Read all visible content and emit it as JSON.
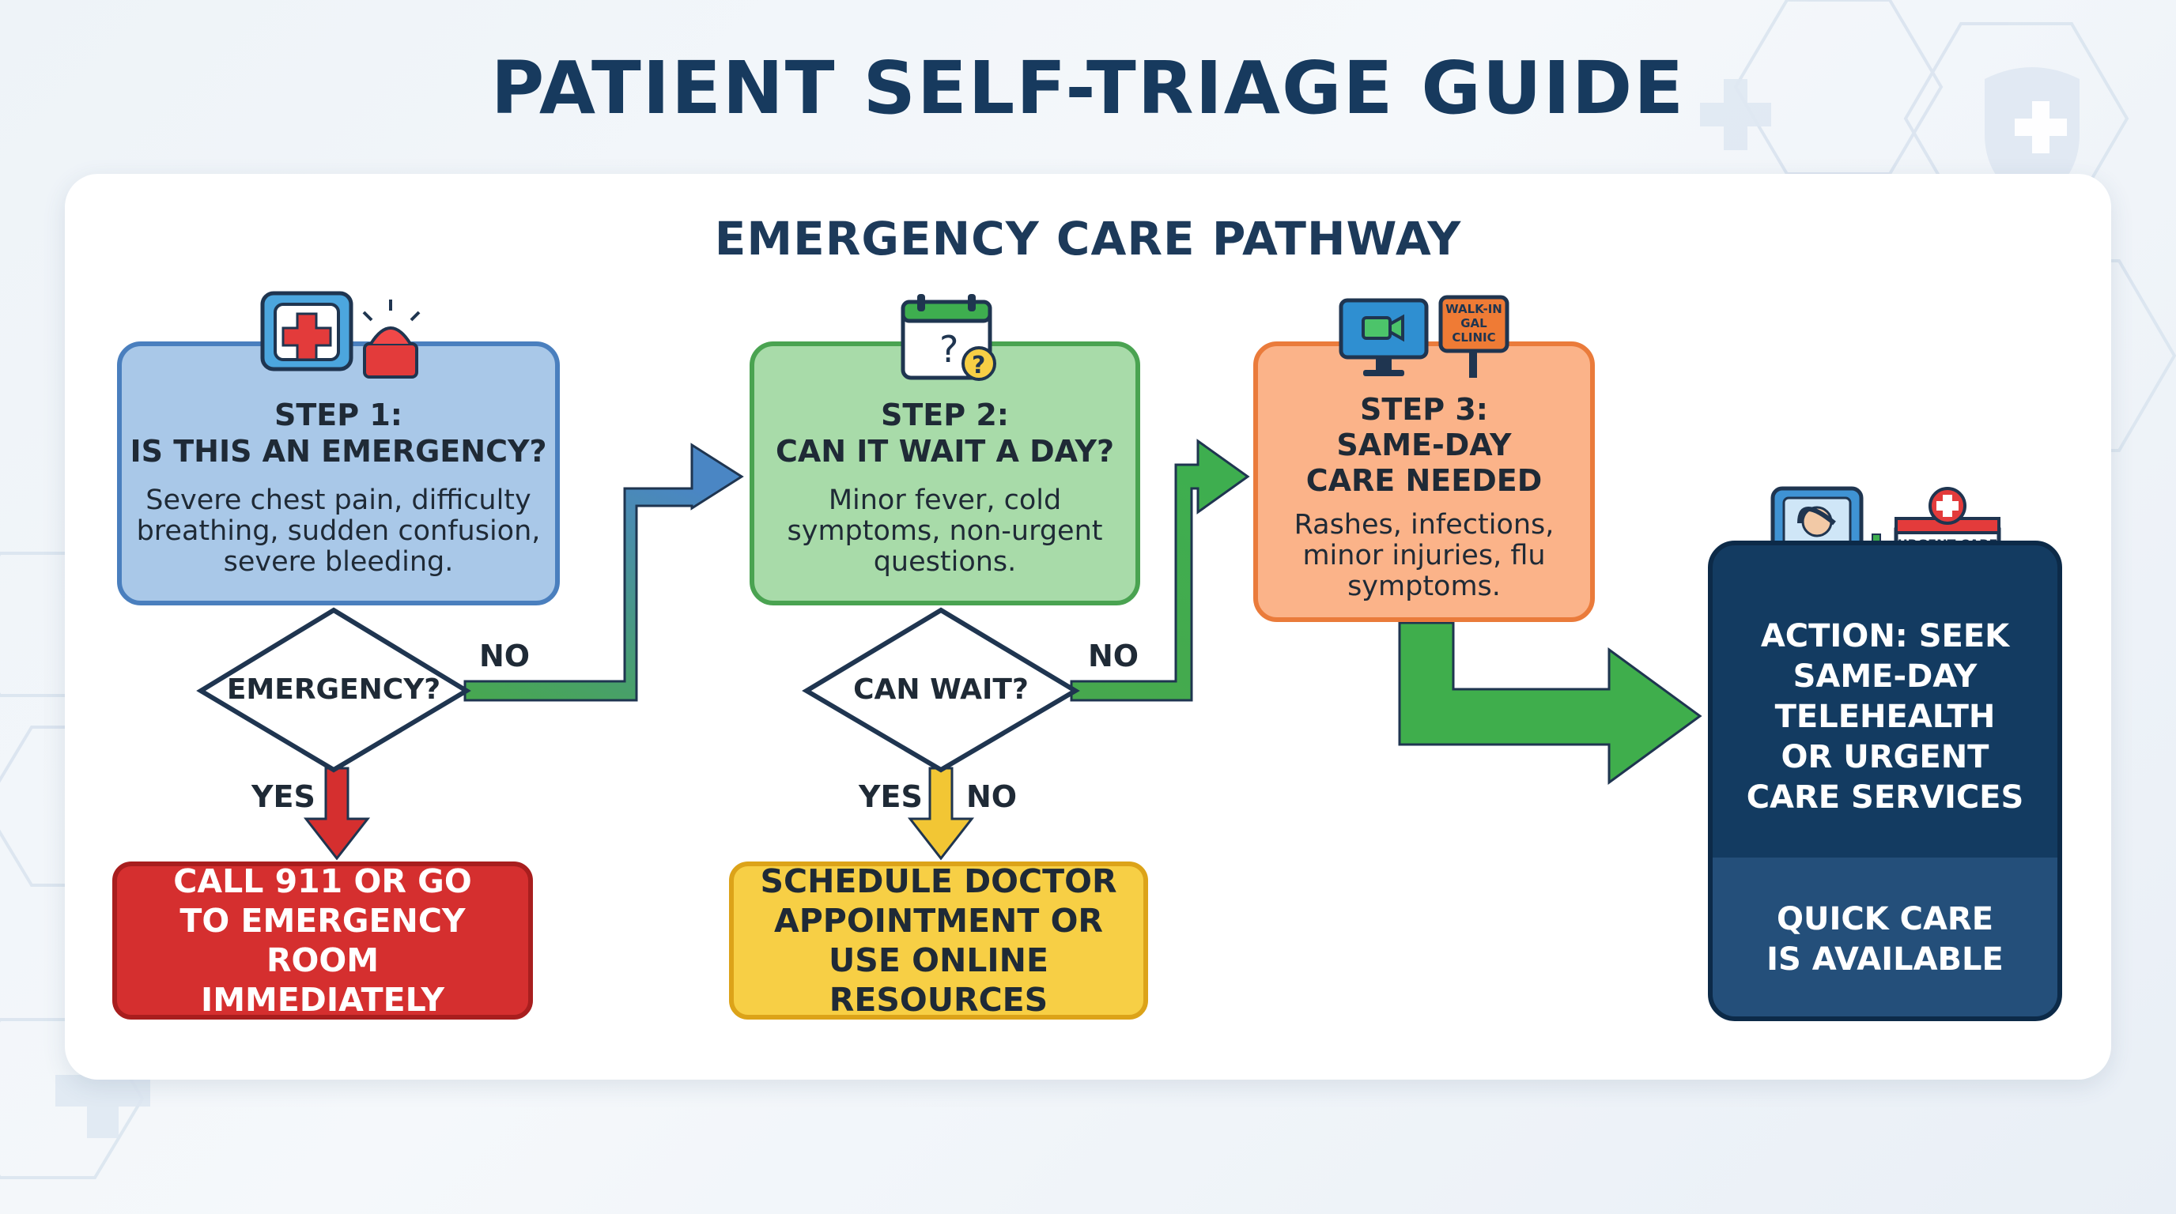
{
  "title": "PATIENT SELF-TRIAGE GUIDE",
  "subtitle": "EMERGENCY CARE PATHWAY",
  "colors": {
    "blue": "#a9c8e8",
    "green": "#a8dba9",
    "orange": "#fbb389",
    "red": "#d52f2f",
    "yellow": "#f7cf45",
    "navy": "#133b61"
  },
  "step1": {
    "heading_line1": "STEP 1:",
    "heading_line2": "IS THIS AN EMERGENCY?",
    "body": "Severe chest pain, difficulty breathing, sudden confusion, severe bleeding.",
    "icon": "medical-alert-icon"
  },
  "step2": {
    "heading_line1": "STEP 2:",
    "heading_line2": "CAN IT WAIT A DAY?",
    "body": "Minor fever, cold symptoms, non-urgent questions.",
    "icon": "calendar-question-icon"
  },
  "step3": {
    "heading_line1": "STEP 3:",
    "heading_line2": "SAME-DAY",
    "heading_line3": "CARE NEEDED",
    "body": "Rashes, infections, minor injuries, flu symptoms.",
    "icon": "telehealth-clinic-icon",
    "sign_text": "WALK-IN GAL CLINIC"
  },
  "decision1": {
    "label": "EMERGENCY?",
    "yes": "YES",
    "no": "NO"
  },
  "decision2": {
    "label": "CAN WAIT?",
    "yes": "YES",
    "no": "NO",
    "no_bottom": "NO"
  },
  "result_emergency": "CALL 911 OR GO TO EMERGENCY ROOM IMMEDIATELY",
  "result_wait": "SCHEDULE DOCTOR APPOINTMENT OR USE ONLINE RESOURCES",
  "action": {
    "text": "ACTION: SEEK SAME-DAY TELEHEALTH OR URGENT CARE SERVICES",
    "note": "QUICK CARE IS AVAILABLE",
    "building_sign": "URGENT CARE"
  }
}
